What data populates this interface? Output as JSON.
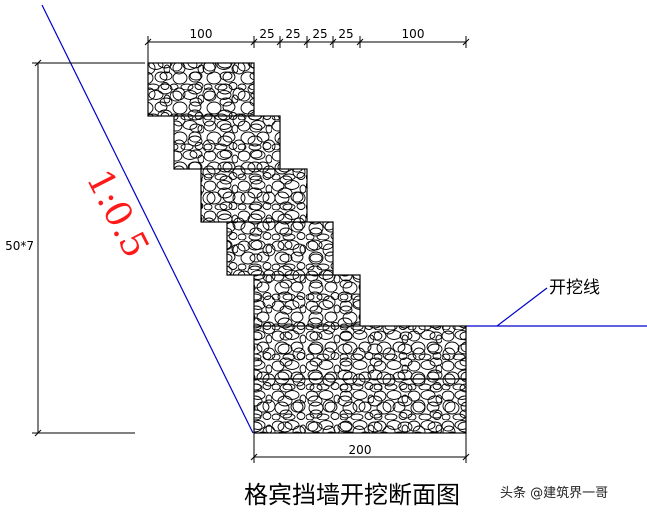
{
  "top_dimensions": [
    "100",
    "25",
    "25",
    "25",
    "25",
    "100"
  ],
  "height_dimension": "50*7",
  "bottom_dimension": "200",
  "slope_ratio": "1:0.5",
  "excavation_label": "开挖线",
  "title": "格宾挡墙开挖断面图",
  "watermark": "头条 @建筑界一哥",
  "colors": {
    "slope_line": "#0000cc",
    "slope_text": "#ff1a1a",
    "outline": "#000000"
  }
}
